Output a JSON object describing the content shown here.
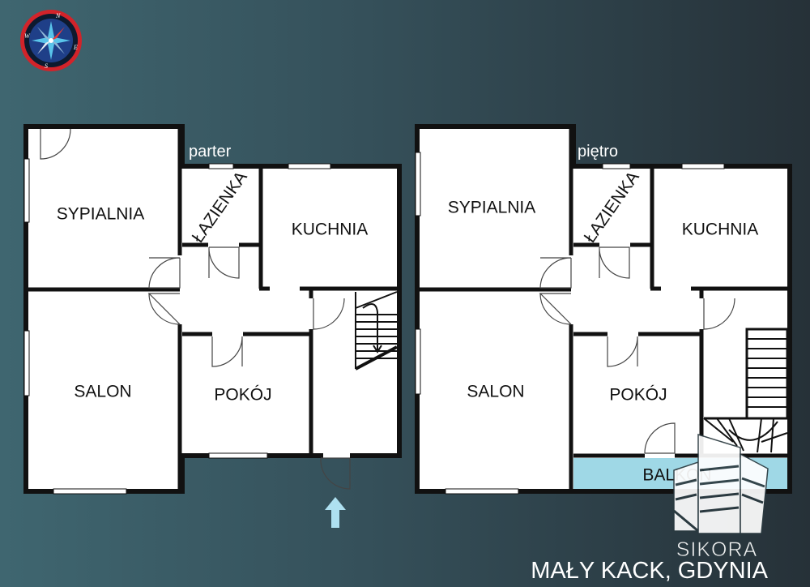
{
  "colors": {
    "background_left": "#3f6670",
    "background_right": "#263138",
    "floor": "#ffffff",
    "wall": "#111111",
    "balcony": "#9fd8e6",
    "arrow": "#aee0f0",
    "compass_ring": "#d2232a",
    "compass_face": "#1f3f88"
  },
  "compass": {
    "north": "N",
    "south": "S",
    "east": "E",
    "west": "W"
  },
  "ground_floor": {
    "label": "parter",
    "rooms": {
      "bedroom": "SYPIALNIA",
      "bathroom": "ŁAZIENKA",
      "kitchen": "KUCHNIA",
      "living": "SALON",
      "room": "POKÓJ"
    }
  },
  "upper_floor": {
    "label": "piętro",
    "rooms": {
      "bedroom": "SYPIALNIA",
      "bathroom": "ŁAZIENKA",
      "kitchen": "KUCHNIA",
      "living": "SALON",
      "room": "POKÓJ",
      "balcony": "BALKON"
    }
  },
  "branding": {
    "logo_text": "SIKORA",
    "location": "MAŁY KACK, GDYNIA"
  }
}
